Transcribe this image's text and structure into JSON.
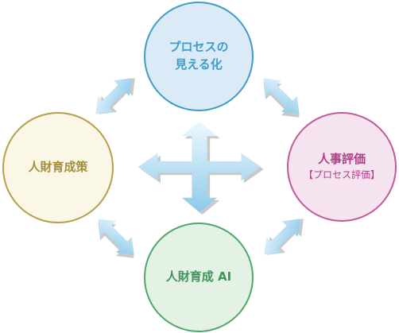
{
  "nodes": {
    "top": {
      "line1": "プロセスの",
      "line2": "見える化",
      "color": "#3f9cc7"
    },
    "left": {
      "label": "人財育成策",
      "color": "#a58f3a"
    },
    "right": {
      "label": "人事評価",
      "sub": "【プロセス評価】",
      "color": "#b04088"
    },
    "bottom": {
      "label": "人財育成 AI",
      "color": "#3e9658"
    }
  },
  "arrow_colors": {
    "light": "#eaf6fd",
    "dark": "#86c7e8",
    "shadow": "#c9c9c9"
  }
}
